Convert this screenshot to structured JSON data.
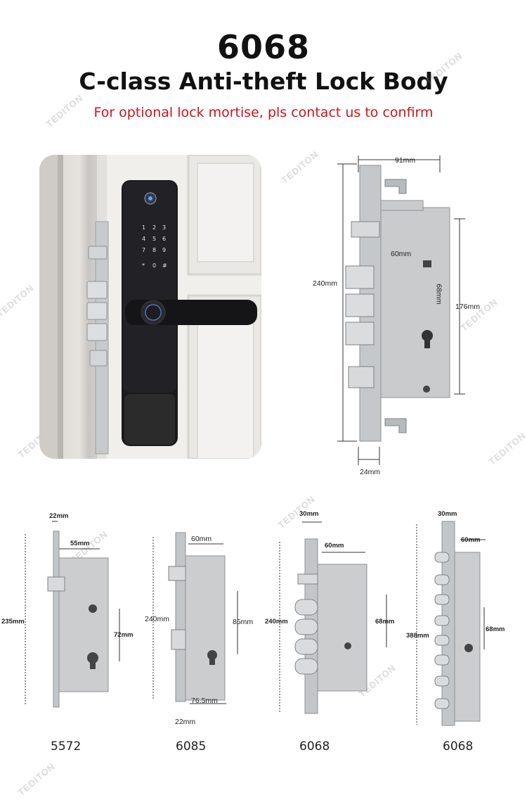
{
  "header": {
    "model": "6068",
    "title": "C-class Anti-theft Lock Body",
    "note": "For optional lock mortise, pls contact us to confirm"
  },
  "main_diagram": {
    "width_label": "91mm",
    "height_label": "240mm",
    "inner_height_label": "176mm",
    "spacing_label": "60mm",
    "center_label": "68mm",
    "faceplate_label": "24mm"
  },
  "variants": [
    {
      "caption": "5572",
      "dims": {
        "top": "22mm",
        "backset": "55mm",
        "height": "235mm",
        "center": "72mm"
      }
    },
    {
      "caption": "6085",
      "dims": {
        "backset": "60mm",
        "height": "240mm",
        "center": "85mm",
        "depth": "76.5mm",
        "faceplate": "22mm"
      }
    },
    {
      "caption": "6068",
      "dims": {
        "top": "30mm",
        "backset": "60mm",
        "height": "240mm",
        "center": "68mm"
      }
    },
    {
      "caption": "6068",
      "dims": {
        "top": "30mm",
        "backset": "60mm",
        "height": "388mm",
        "center": "68mm"
      }
    }
  ],
  "watermark": "TEDITON",
  "colors": {
    "accent_red": "#d0121b",
    "steel": "#c8cacc",
    "lock_black": "#1a1a1c"
  }
}
